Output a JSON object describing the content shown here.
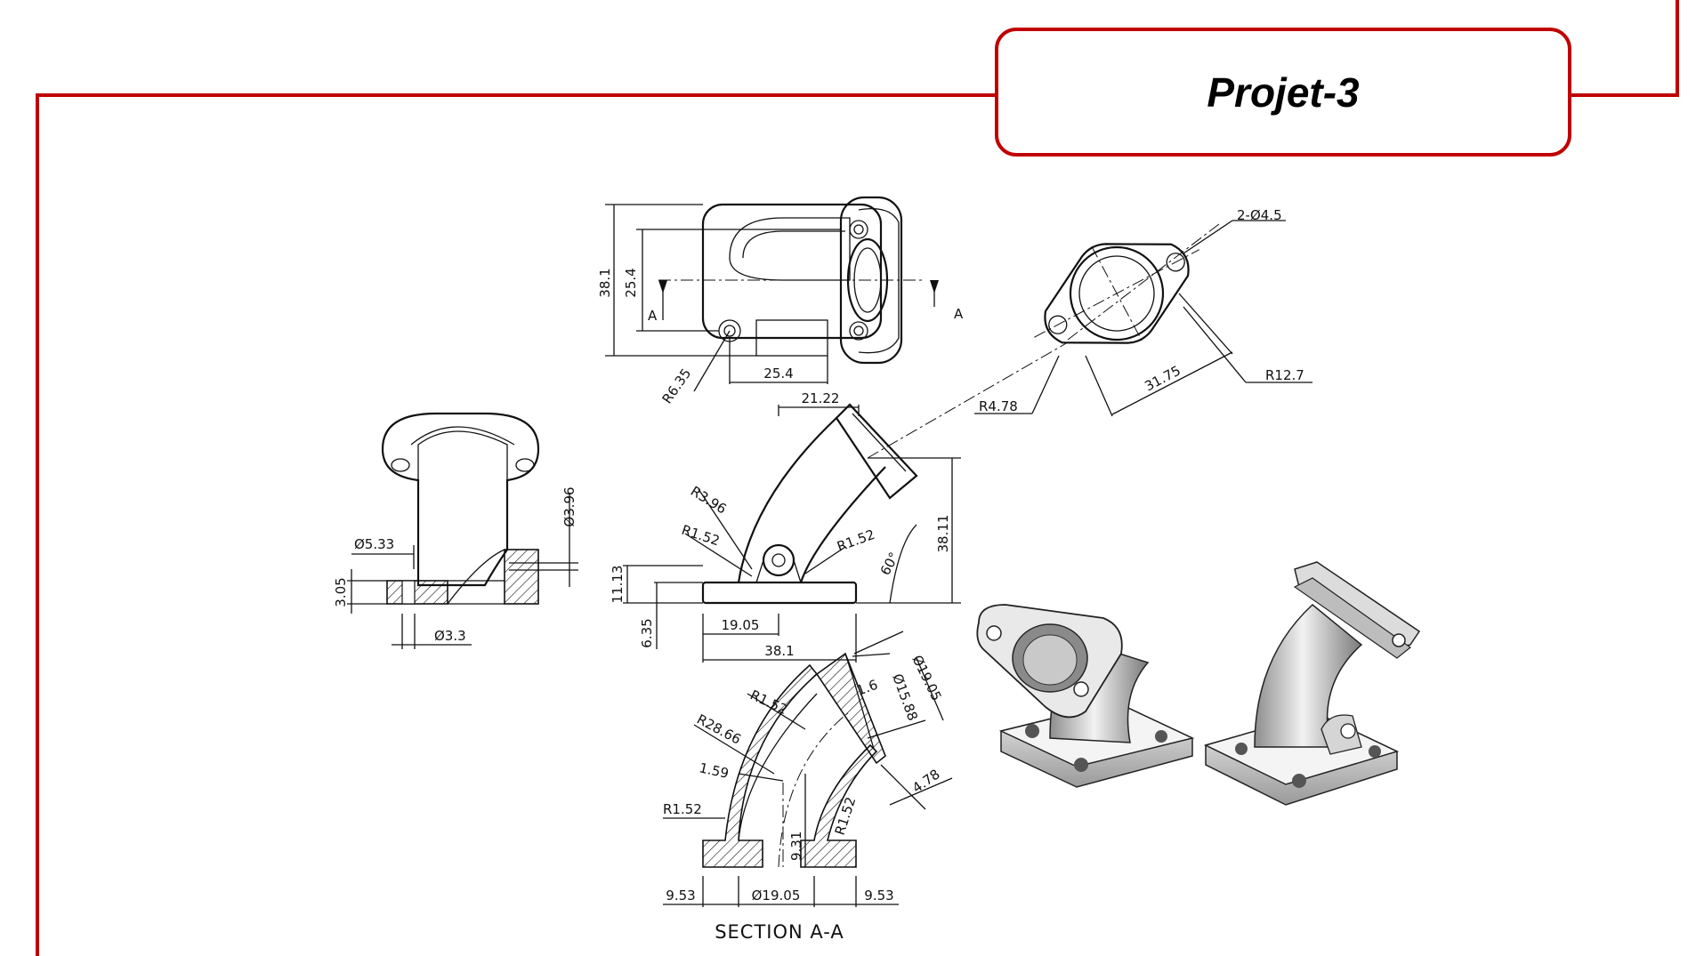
{
  "title": "Projet-3",
  "border_color": "#c00000",
  "top_view": {
    "dims": {
      "height_total": "38.1",
      "height_inner": "25.4",
      "width_bottom": "25.4",
      "radius": "R6.35"
    },
    "section_marker": "A"
  },
  "flange_view": {
    "holes": "2-Ø4.5",
    "outer_radius": "R12.7",
    "hole_radius": "R4.78",
    "spacing": "31.75"
  },
  "front_view": {
    "dims": {
      "top_width": "21.22",
      "r_a": "R3.96",
      "r_b": "R1.52",
      "r_c": "R1.52",
      "height": "38.11",
      "angle": "60°",
      "base_h": "11.13",
      "base_t": "6.35",
      "half_w": "19.05",
      "full_w": "38.1"
    }
  },
  "side_view": {
    "dims": {
      "d1": "Ø5.33",
      "d2": "Ø3.96",
      "h": "3.05",
      "d3": "Ø3.3"
    }
  },
  "section_view": {
    "label": "SECTION A-A",
    "dims": {
      "r1": "R1.52",
      "d_outer": "Ø19.05",
      "t": "1.6",
      "d_inner": "Ø15.88",
      "r_big": "R28.66",
      "wall": "1.59",
      "r_base": "R1.52",
      "r_inner": "R1.52",
      "flange_t": "4.78",
      "h_bottom": "9.31",
      "left": "9.53",
      "mid": "Ø19.05",
      "right": "9.53"
    }
  }
}
